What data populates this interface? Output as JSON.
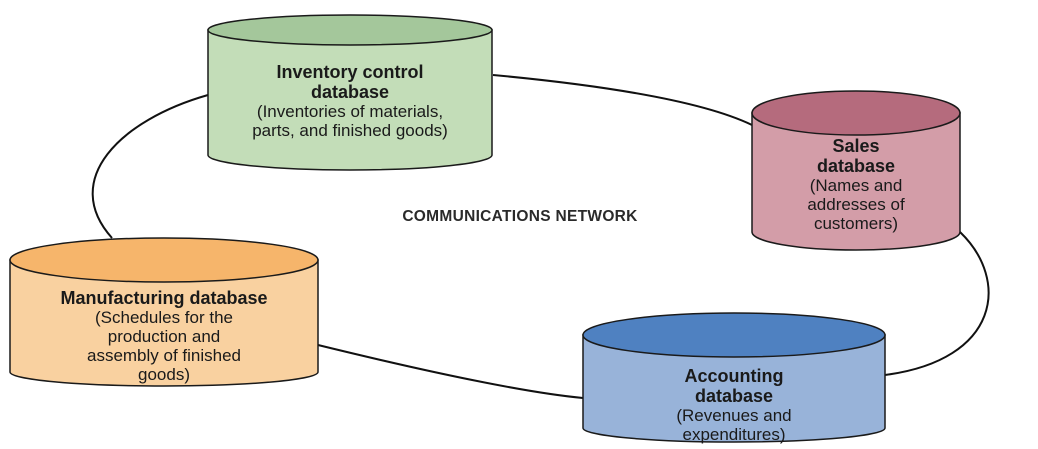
{
  "network_label": "COMMUNICATIONS NETWORK",
  "databases": {
    "inventory": {
      "title": "Inventory control database",
      "desc": "(Inventories of materials, parts, and finished goods)",
      "fill": "#c3ddb8",
      "top_fill": "#a4c79b"
    },
    "sales": {
      "title": "Sales database",
      "desc": "(Names and addresses of customers)",
      "fill": "#d39da8",
      "top_fill": "#b56b7d"
    },
    "manufacturing": {
      "title": "Manufacturing database",
      "desc": "(Schedules for the production and assembly of finished goods)",
      "fill": "#f9d1a0",
      "top_fill": "#f6b56b"
    },
    "accounting": {
      "title": "Accounting database",
      "desc": "(Revenues and expenditures)",
      "fill": "#98b3d9",
      "top_fill": "#4f81c1"
    }
  }
}
